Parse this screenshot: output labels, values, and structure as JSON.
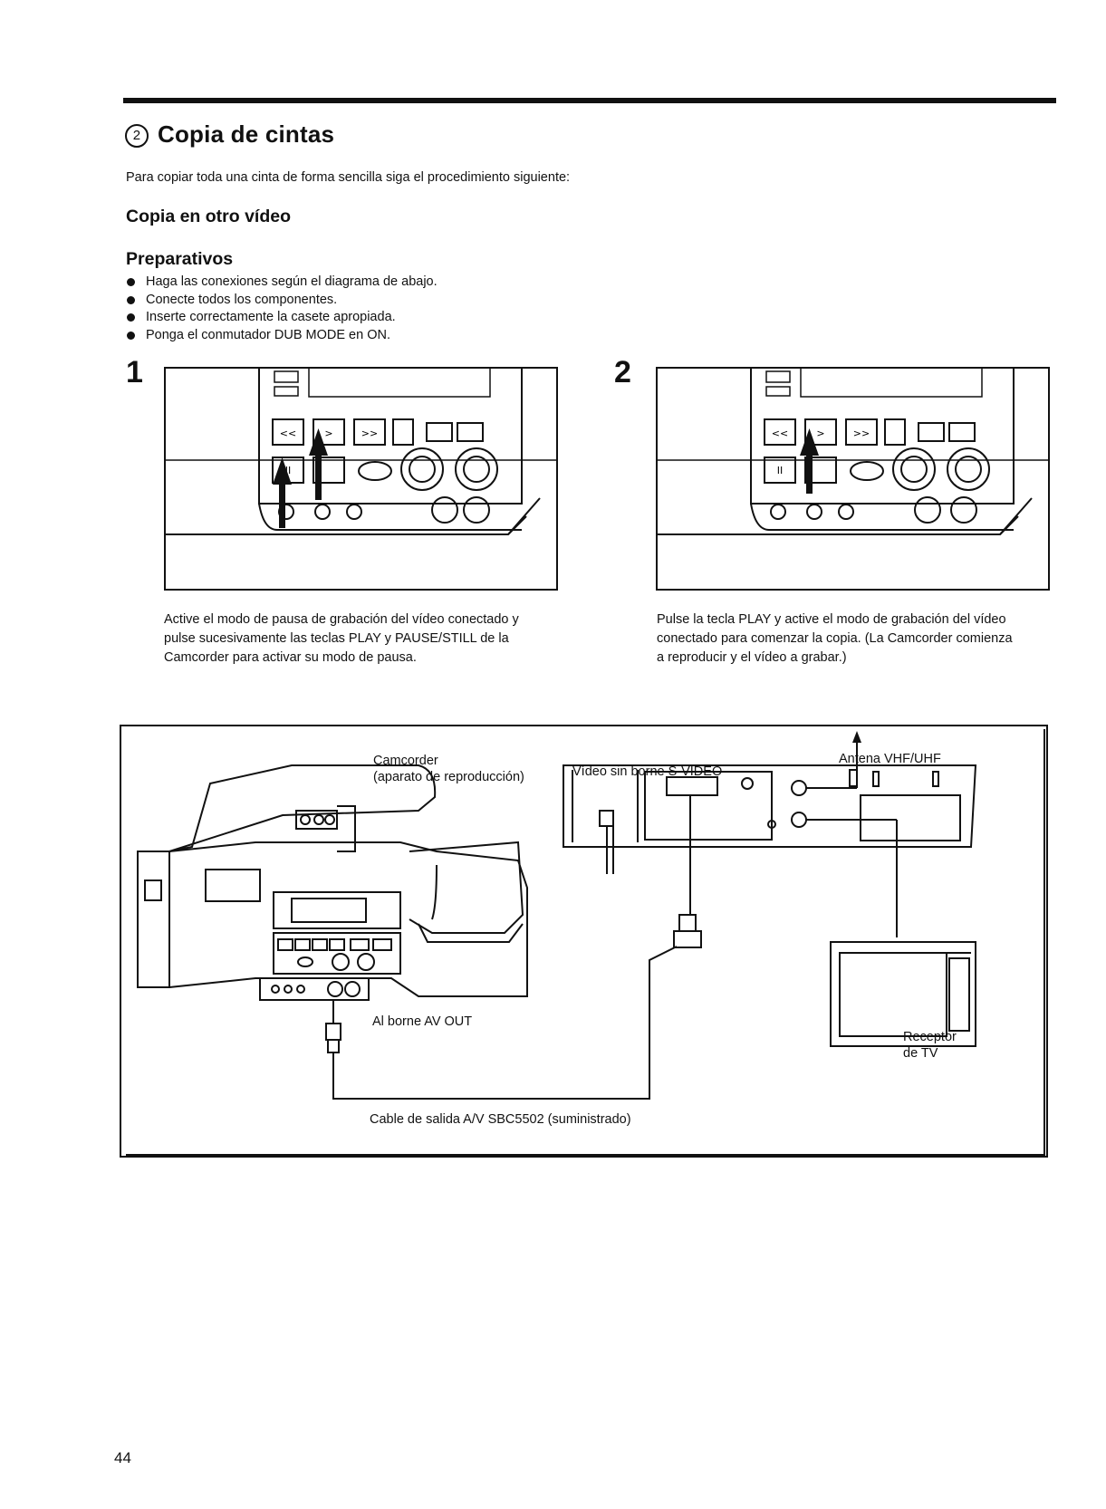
{
  "header": {
    "section_marker": "2",
    "title": "Copia de cintas",
    "intro": "Para copiar toda una cinta de forma sencilla siga el procedimiento siguiente:",
    "subheading": "Copia en otro vídeo"
  },
  "preparation": {
    "heading": "Preparativos",
    "items": [
      "Haga las conexiones según el diagrama de abajo.",
      "Conecte todos los componentes.",
      "Inserte correctamente la casete apropiada.",
      "Ponga el conmutador DUB MODE en ON."
    ]
  },
  "steps": [
    {
      "number": "1",
      "caption_lines": [
        "Active el modo de pausa de grabación del vídeo conectado y",
        "pulse sucesivamente las teclas PLAY y PAUSE/STILL de la",
        "Camcorder para activar su modo de pausa."
      ]
    },
    {
      "number": "2",
      "caption_lines": [
        "Pulse la tecla PLAY y active el modo de grabación del vídeo",
        "conectado para comenzar la copia. (La Camcorder comienza",
        "a reproducir y el vídeo a grabar.)"
      ]
    }
  ],
  "connection_diagram": {
    "camcorder_label_lines": [
      "Camcorder",
      "(aparato de reproducción)"
    ],
    "vcr_label": "Vídeo sin borne S-VIDEO",
    "antenna_label": "Antena VHF/UHF",
    "av_out_label": "Al borne AV OUT",
    "tv_label_lines": [
      "Receptor",
      "de TV"
    ],
    "cable_label": "Cable de salida A/V SBC5502 (suministrado)"
  },
  "footer": {
    "page_number": "44"
  }
}
